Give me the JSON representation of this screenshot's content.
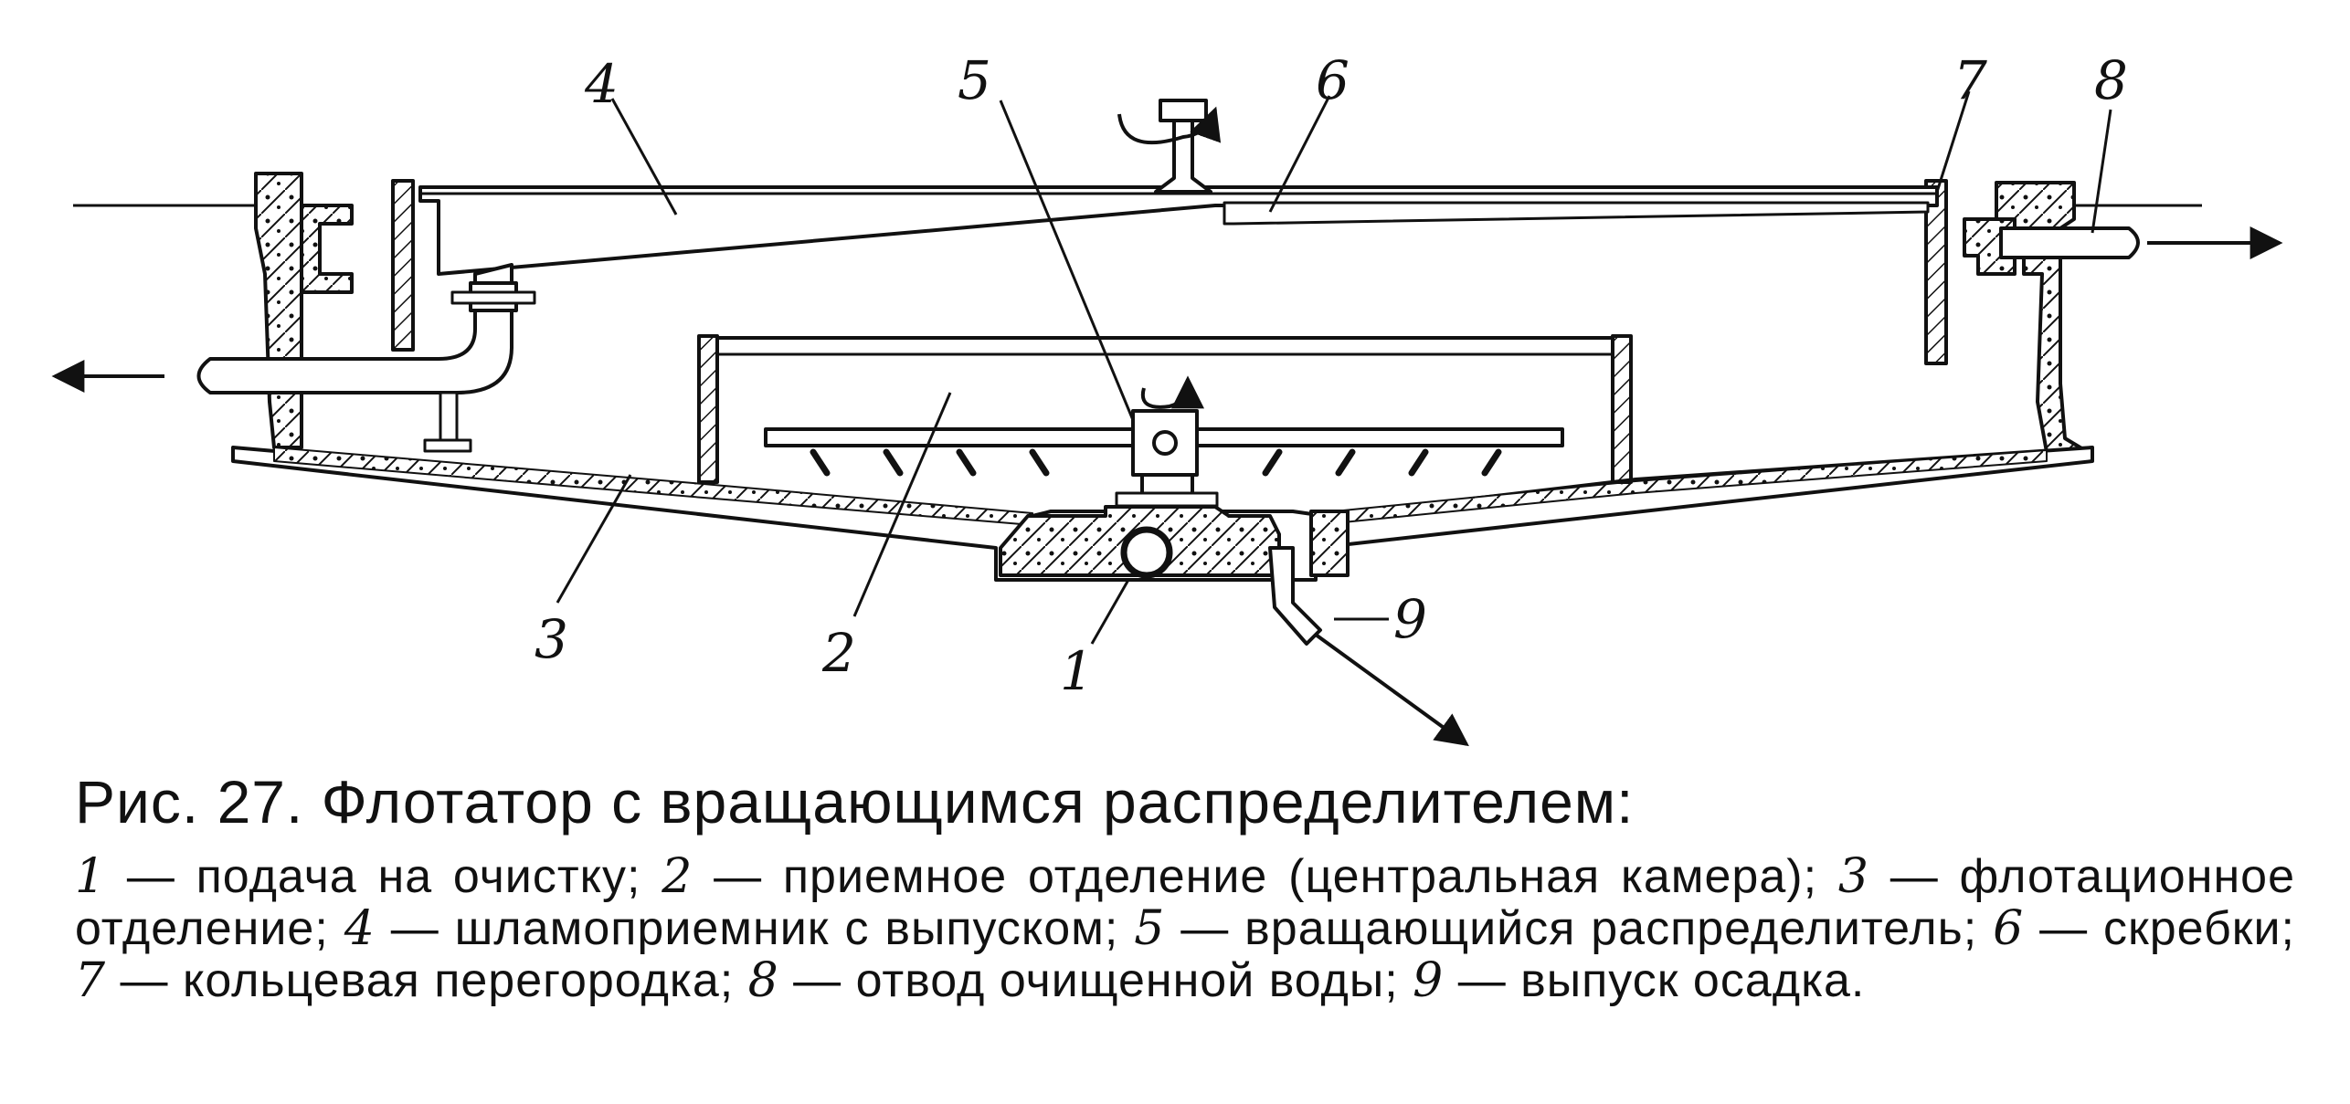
{
  "figure": {
    "labels": {
      "l1": "1",
      "l2": "2",
      "l3": "3",
      "l4": "4",
      "l5": "5",
      "l6": "6",
      "l7": "7",
      "l8": "8",
      "l9": "9"
    }
  },
  "caption": {
    "title": "Рис. 27. Флотатор с вращающимся распределителем:",
    "legend": [
      {
        "num": "1",
        "text": " — подача на очистку; "
      },
      {
        "num": "2",
        "text": " — приемное отделение (центральная камера); "
      },
      {
        "num": "3",
        "text": " — флота­ционное отделение; "
      },
      {
        "num": "4",
        "text": " — шламоприемник с выпуском; "
      },
      {
        "num": "5",
        "text": " — вращающийся распреде­литель; "
      },
      {
        "num": "6",
        "text": " — скребки; "
      },
      {
        "num": "7",
        "text": " — кольцевая перегородка; "
      },
      {
        "num": "8",
        "text": " — отвод очищенной воды; "
      },
      {
        "num": "9",
        "text": " — выпуск осадка."
      }
    ]
  },
  "colors": {
    "ink": "#111111",
    "paper": "#ffffff"
  }
}
